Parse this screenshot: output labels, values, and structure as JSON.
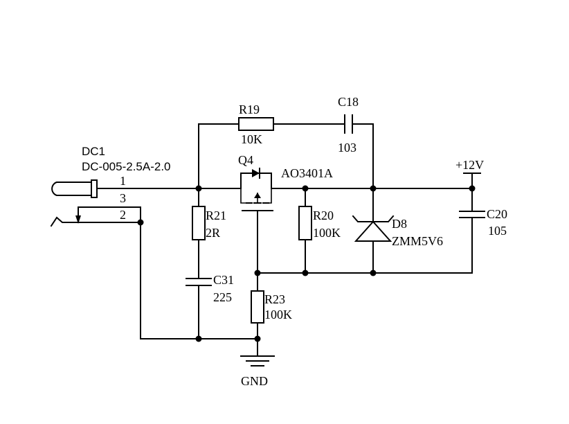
{
  "components": {
    "dc1": {
      "ref": "DC1",
      "value": "DC-005-2.5A-2.0",
      "pins": [
        "1",
        "3",
        "2"
      ]
    },
    "r19": {
      "ref": "R19",
      "value": "10K"
    },
    "c18": {
      "ref": "C18",
      "value": "103"
    },
    "q4": {
      "ref": "Q4",
      "value": "AO3401A"
    },
    "r21": {
      "ref": "R21",
      "value": "2R"
    },
    "c31": {
      "ref": "C31",
      "value": "225"
    },
    "r20": {
      "ref": "R20",
      "value": "100K"
    },
    "d8": {
      "ref": "D8",
      "value": "ZMM5V6"
    },
    "c20": {
      "ref": "C20",
      "value": "105"
    },
    "r23": {
      "ref": "R23",
      "value": "100K"
    }
  },
  "nets": {
    "vcc": "+12V",
    "gnd": "GND"
  }
}
